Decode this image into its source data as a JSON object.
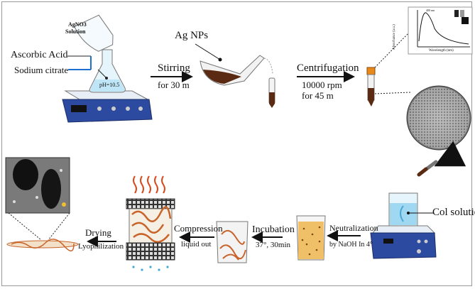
{
  "flask_labels": {
    "top": "AgNO3",
    "bottom": "Solution"
  },
  "ph_label": "pH=10.5",
  "ascorbic_acid": "Ascorbic Acid",
  "sodium_citrate": "Sodium citrate",
  "stirring": "Stirring",
  "stirring_time": "for 30 m",
  "ag_nps": "Ag NPs",
  "centrifugation": "Centrifugation",
  "centrifugation_speed": "10000 rpm",
  "centrifugation_time": "for 45 m",
  "spectrum": {
    "ylabel": "Absorbance (a.u.)",
    "xlabel": "Wavelength (nm)",
    "peak_label": "400 nm"
  },
  "col_solution": "Col solution",
  "neutralization": "Neutralization",
  "neutralization_detail": "by NaOH In 4°",
  "incubation": "Incubation",
  "incubation_detail": "37°, 30min",
  "compression": "Compression",
  "compression_detail": "liquid out",
  "drying": "Drying",
  "lyophilization": "Lyophilization",
  "colors": {
    "brown": "#5a2a12",
    "orange": "#c8642a",
    "blue": "#2b4aa0",
    "water": "#9fd8f0"
  }
}
